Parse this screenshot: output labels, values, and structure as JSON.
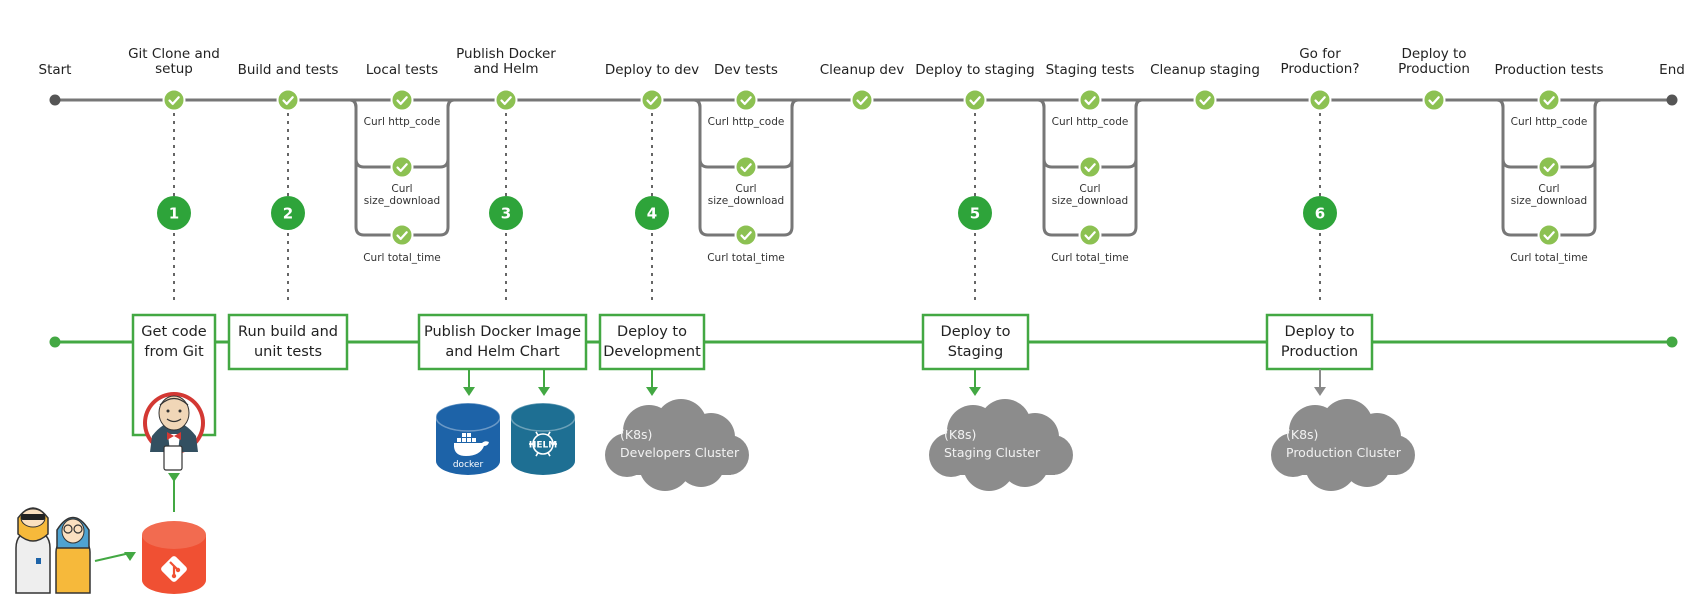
{
  "colors": {
    "pipeline_gray": "#777777",
    "check_green": "#8cc152",
    "number_green": "#2ea43a",
    "flow_green": "#43a843",
    "cloud_gray": "#8c8c8c",
    "docker_blue": "#1d63a8",
    "helm_blue": "#1e6f93",
    "git_red": "#f05033",
    "jenkins_red": "#d33833"
  },
  "pipeline": {
    "start_label": "Start",
    "end_label": "End",
    "stages": [
      {
        "id": "git-clone",
        "lines": [
          "Git Clone and",
          "setup"
        ],
        "icon": "check-icon"
      },
      {
        "id": "build-tests",
        "lines": [
          "Build and tests"
        ],
        "icon": "check-icon"
      },
      {
        "id": "local-tests",
        "lines": [
          "Local tests"
        ],
        "icon": "check-icon"
      },
      {
        "id": "publish",
        "lines": [
          "Publish Docker",
          "and Helm"
        ],
        "icon": "check-icon"
      },
      {
        "id": "deploy-dev",
        "lines": [
          "Deploy to dev"
        ],
        "icon": "check-icon"
      },
      {
        "id": "dev-tests",
        "lines": [
          "Dev tests"
        ],
        "icon": "check-icon"
      },
      {
        "id": "cleanup-dev",
        "lines": [
          "Cleanup dev"
        ],
        "icon": "check-icon"
      },
      {
        "id": "deploy-staging",
        "lines": [
          "Deploy to staging"
        ],
        "icon": "check-icon"
      },
      {
        "id": "staging-tests",
        "lines": [
          "Staging tests"
        ],
        "icon": "check-icon"
      },
      {
        "id": "cleanup-staging",
        "lines": [
          "Cleanup staging"
        ],
        "icon": "check-icon"
      },
      {
        "id": "go-production",
        "lines": [
          "Go for",
          "Production?"
        ],
        "icon": "check-icon"
      },
      {
        "id": "deploy-production",
        "lines": [
          "Deploy to",
          "Production"
        ],
        "icon": "check-icon"
      },
      {
        "id": "production-tests",
        "lines": [
          "Production tests"
        ],
        "icon": "check-icon"
      }
    ],
    "parallel_tests": [
      {
        "lines": [
          "Curl http_code"
        ]
      },
      {
        "lines": [
          "Curl",
          "size_download"
        ]
      },
      {
        "lines": [
          "Curl total_time"
        ]
      }
    ]
  },
  "steps": [
    "1",
    "2",
    "3",
    "4",
    "5",
    "6"
  ],
  "flow": {
    "boxes": [
      {
        "id": "get-code",
        "lines": [
          "Get code",
          "from Git"
        ]
      },
      {
        "id": "run-build",
        "lines": [
          "Run build and",
          "unit tests"
        ]
      },
      {
        "id": "publish-image",
        "lines": [
          "Publish Docker Image",
          "and Helm Chart"
        ]
      },
      {
        "id": "deploy-development",
        "lines": [
          "Deploy to",
          "Development"
        ]
      },
      {
        "id": "deploy-staging",
        "lines": [
          "Deploy to",
          "Staging"
        ]
      },
      {
        "id": "deploy-production",
        "lines": [
          "Deploy to",
          "Production"
        ]
      }
    ],
    "clouds": [
      {
        "id": "developers",
        "k8s": "(K8s)",
        "name": "Developers Cluster"
      },
      {
        "id": "staging",
        "k8s": "(K8s)",
        "name": "Staging Cluster"
      },
      {
        "id": "production",
        "k8s": "(K8s)",
        "name": "Production Cluster"
      }
    ],
    "registries": [
      {
        "id": "docker",
        "label": "docker",
        "icon": "docker-whale-icon"
      },
      {
        "id": "helm",
        "label": "HELM",
        "icon": "helm-wheel-icon"
      }
    ],
    "actors": {
      "icon": "developers-icon"
    },
    "git_repo": {
      "icon": "git-logo-icon"
    },
    "jenkins": {
      "icon": "jenkins-butler-icon"
    }
  }
}
